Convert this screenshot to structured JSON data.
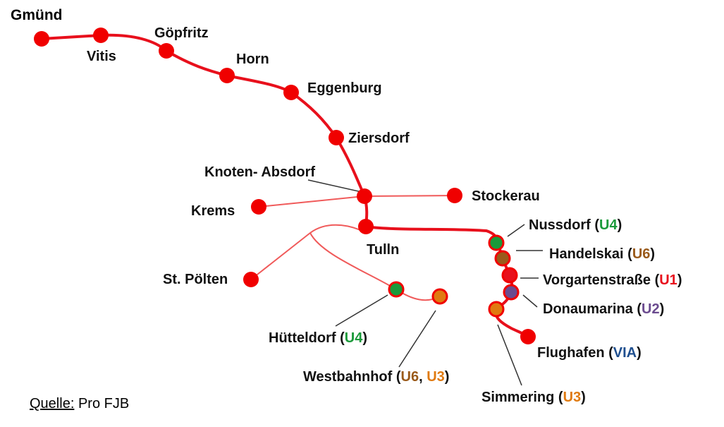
{
  "title": "Gmünd",
  "source": {
    "label": "Quelle:",
    "value": "Pro FJB"
  },
  "stations": {
    "vitis": "Vitis",
    "goepfritz": "Göpfritz",
    "horn": "Horn",
    "eggenburg": "Eggenburg",
    "ziersdorf": "Ziersdorf",
    "knoten": "Knoten- Absdorf",
    "krems": "Krems",
    "stockerau": "Stockerau",
    "tulln": "Tulln",
    "stpoelten": "St. Pölten",
    "huetteldorf": "Hütteldorf",
    "westbahnhof": "Westbahnhof",
    "nussdorf": "Nussdorf",
    "handelskai": "Handelskai",
    "vorgarten": "Vorgartenstraße",
    "donaumarina": "Donaumarina",
    "simmering": "Simmering",
    "flughafen": "Flughafen"
  },
  "lines": {
    "u1": "U1",
    "u2": "U2",
    "u3": "U3",
    "u4": "U4",
    "u6": "U6",
    "via": "VIA"
  },
  "colors": {
    "main_line": "#e8101c",
    "stop_default": "#f00000",
    "u1": "#e8101c",
    "u2": "#6b4b8f",
    "u3": "#e07a10",
    "u4": "#1a9a3a",
    "u6": "#9a5a1a",
    "via": "#1f4f8f"
  }
}
